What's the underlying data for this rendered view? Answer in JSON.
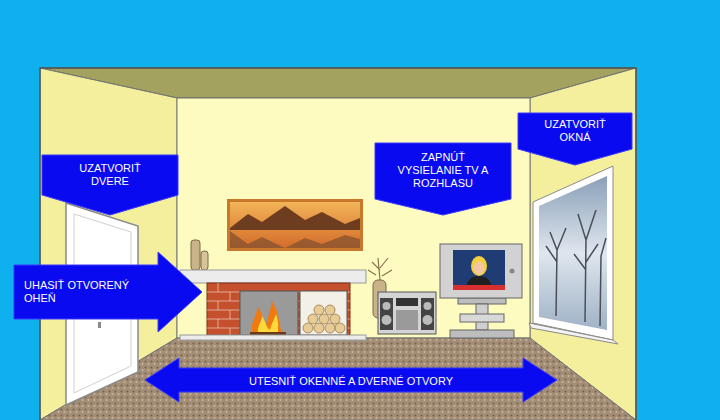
{
  "diagram": {
    "nodes": [
      {
        "text": [
          "UZATVORIŤ DVERE"
        ]
      },
      {
        "text": [
          "ZAPNÚŤ VYSIELANIE TV A ROZHLASU"
        ]
      },
      {
        "text": [
          "UZATVORIŤ OKNÁ"
        ]
      },
      {
        "text": [
          "UHASIŤ OTVORENÝ OHEŇ"
        ]
      },
      {
        "text": [
          "UTESNIŤ OKENNÉ A DVERNÉ OTVORY"
        ]
      }
    ]
  }
}
